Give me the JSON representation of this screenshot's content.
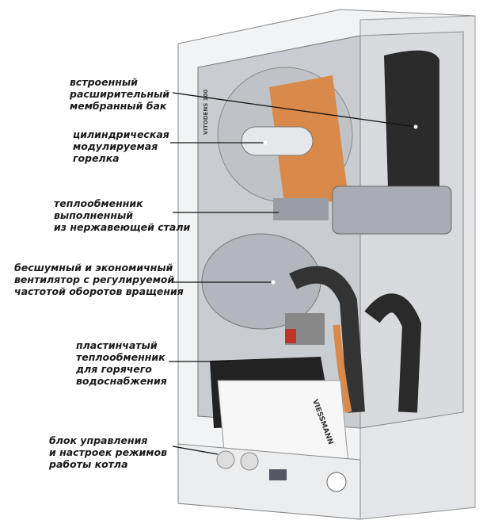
{
  "title": "Устройство настенного газового котла",
  "brand": "VIESSMANN",
  "model": "VITODENS 100",
  "labels": [
    {
      "lines": [
        "встроенный",
        "расширительный",
        "мембранный бак"
      ]
    },
    {
      "lines": [
        "цилиндрическая",
        "модулируемая",
        "горелка"
      ]
    },
    {
      "lines": [
        "теплообменник",
        "выполненный",
        "из нержавеющей стали"
      ]
    },
    {
      "lines": [
        "бесшумный и экономичный",
        "вентилятор с регулируемой",
        "частотой оборотов вращения"
      ]
    },
    {
      "lines": [
        "пластинчатый",
        "теплообменник",
        "для горячего",
        "водоснабжения"
      ]
    },
    {
      "lines": [
        "блок управления",
        "и настроек режимов",
        "работы котла"
      ]
    }
  ],
  "colors": {
    "copper": "#d98a4a",
    "dark": "#2a2a2a",
    "metal": "#b8bcc2",
    "red": "#c0342a"
  }
}
